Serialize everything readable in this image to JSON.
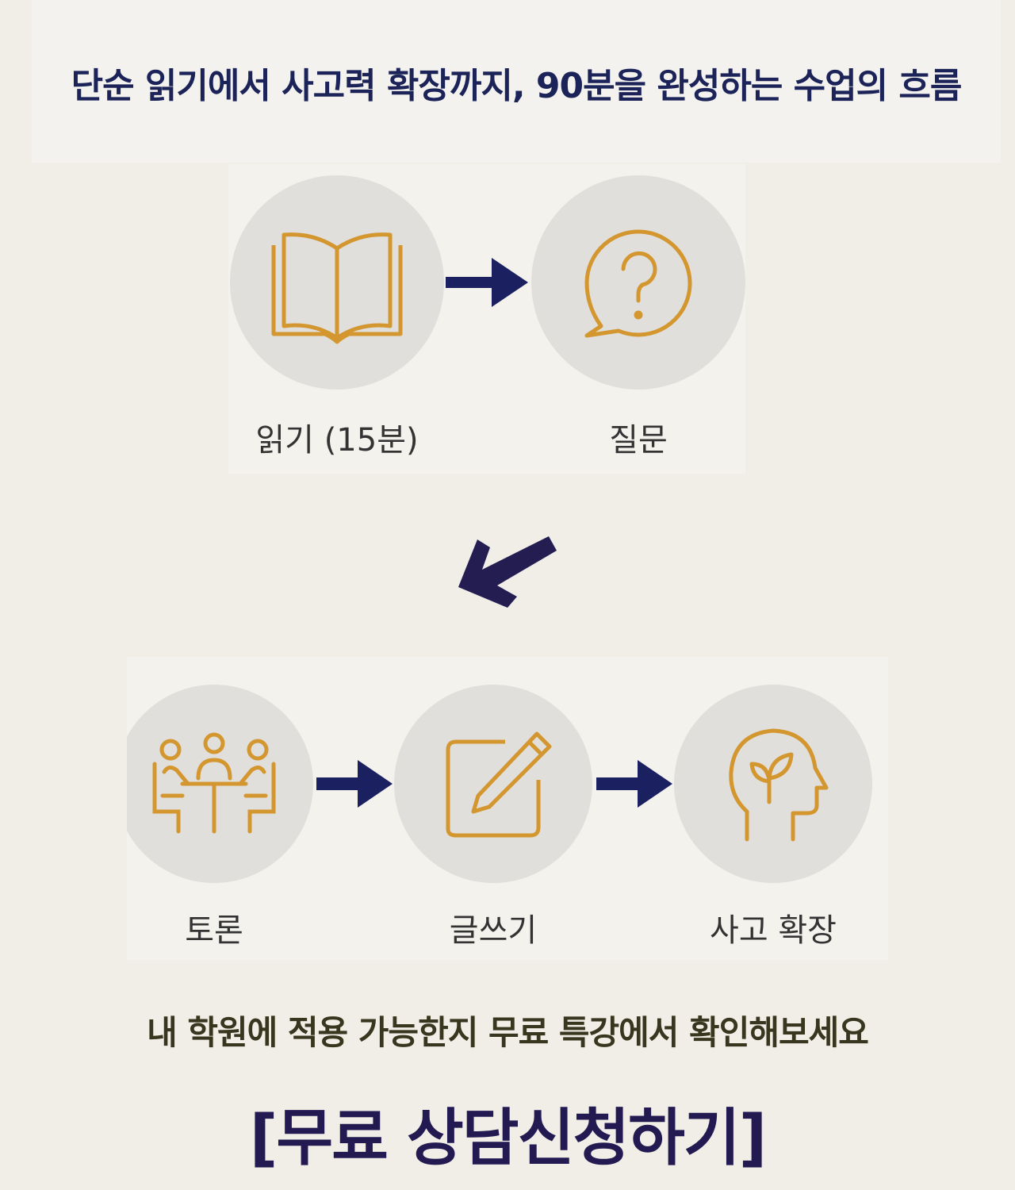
{
  "header": {
    "title": "단순 읽기에서 사고력 확장까지, 90분을 완성하는 수업의 흐름"
  },
  "steps": [
    {
      "label": "읽기 (15분)",
      "icon": "book-icon"
    },
    {
      "label": "질문",
      "icon": "question-bubble-icon"
    },
    {
      "label": "토론",
      "icon": "discussion-table-icon"
    },
    {
      "label": "글쓰기",
      "icon": "pencil-square-icon"
    },
    {
      "label": "사고 확장",
      "icon": "head-sprout-icon"
    }
  ],
  "footer": {
    "subtitle": "내 학원에 적용 가능한지 무료 특강에서 확인해보세요",
    "cta": "[무료 상담신청하기]"
  },
  "colors": {
    "accent": "#d4962e",
    "arrow": "#1a2060",
    "cta": "#231a52",
    "circle": "#e0dfdc"
  }
}
